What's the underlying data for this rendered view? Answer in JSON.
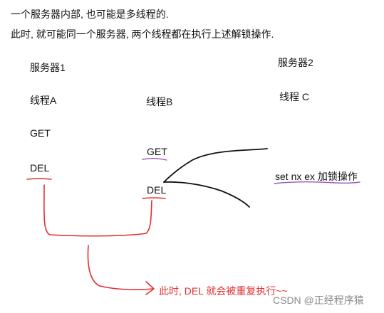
{
  "header": {
    "line1": "一个服务器内部, 也可能是多线程的.",
    "line2": "此时, 就可能同一个服务器, 两个线程都在执行上述解锁操作."
  },
  "servers": {
    "server1": "服务器1",
    "server2": "服务器2"
  },
  "threads": {
    "a": {
      "label": "线程A",
      "ops": [
        "GET",
        "DEL"
      ]
    },
    "b": {
      "label": "线程B",
      "ops": [
        "GET",
        "DEL"
      ]
    },
    "c": {
      "label": "线程 C",
      "op": "set nx ex 加锁操作"
    }
  },
  "annotation": "此时, DEL 就会被重复执行~~",
  "watermark": "CSDN @正经程序猿",
  "colors": {
    "ink": "#111111",
    "red": "#e03030",
    "purple": "#9b59b6"
  }
}
